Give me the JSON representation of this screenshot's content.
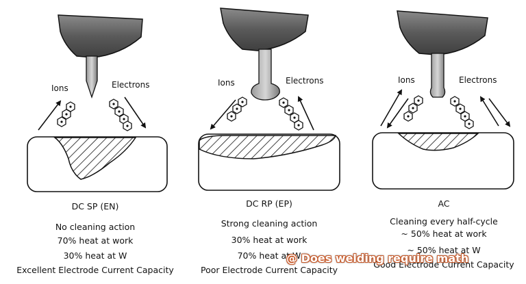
{
  "panels": [
    {
      "id": "dcsp",
      "ions_label": "Ions",
      "electrons_label": "Electrons",
      "title": "DC SP (EN)",
      "lines": [
        "No cleaning action",
        "70% heat at work",
        "30% heat at W",
        "Excellent Electrode Current Capacity"
      ]
    },
    {
      "id": "dcrp",
      "ions_label": "Ions",
      "electrons_label": "Electrons",
      "title": "DC RP (EP)",
      "lines": [
        "Strong cleaning action",
        "30% heat at work",
        "70% heat at W",
        "Poor Electrode Current Capacity"
      ]
    },
    {
      "id": "ac",
      "ions_label": "Ions",
      "electrons_label": "Electrons",
      "title": "AC",
      "lines": [
        "Cleaning every half-cycle",
        "~ 50% heat at work",
        "~ 50% heat at W",
        "Good Electrode Current Capacity"
      ]
    }
  ],
  "watermark": "@ Does welding require math",
  "colors": {
    "ink": "#111111",
    "metal_dark": "#555555",
    "metal_light": "#bdbdbd",
    "watermark_outline": "#c85a2a"
  }
}
